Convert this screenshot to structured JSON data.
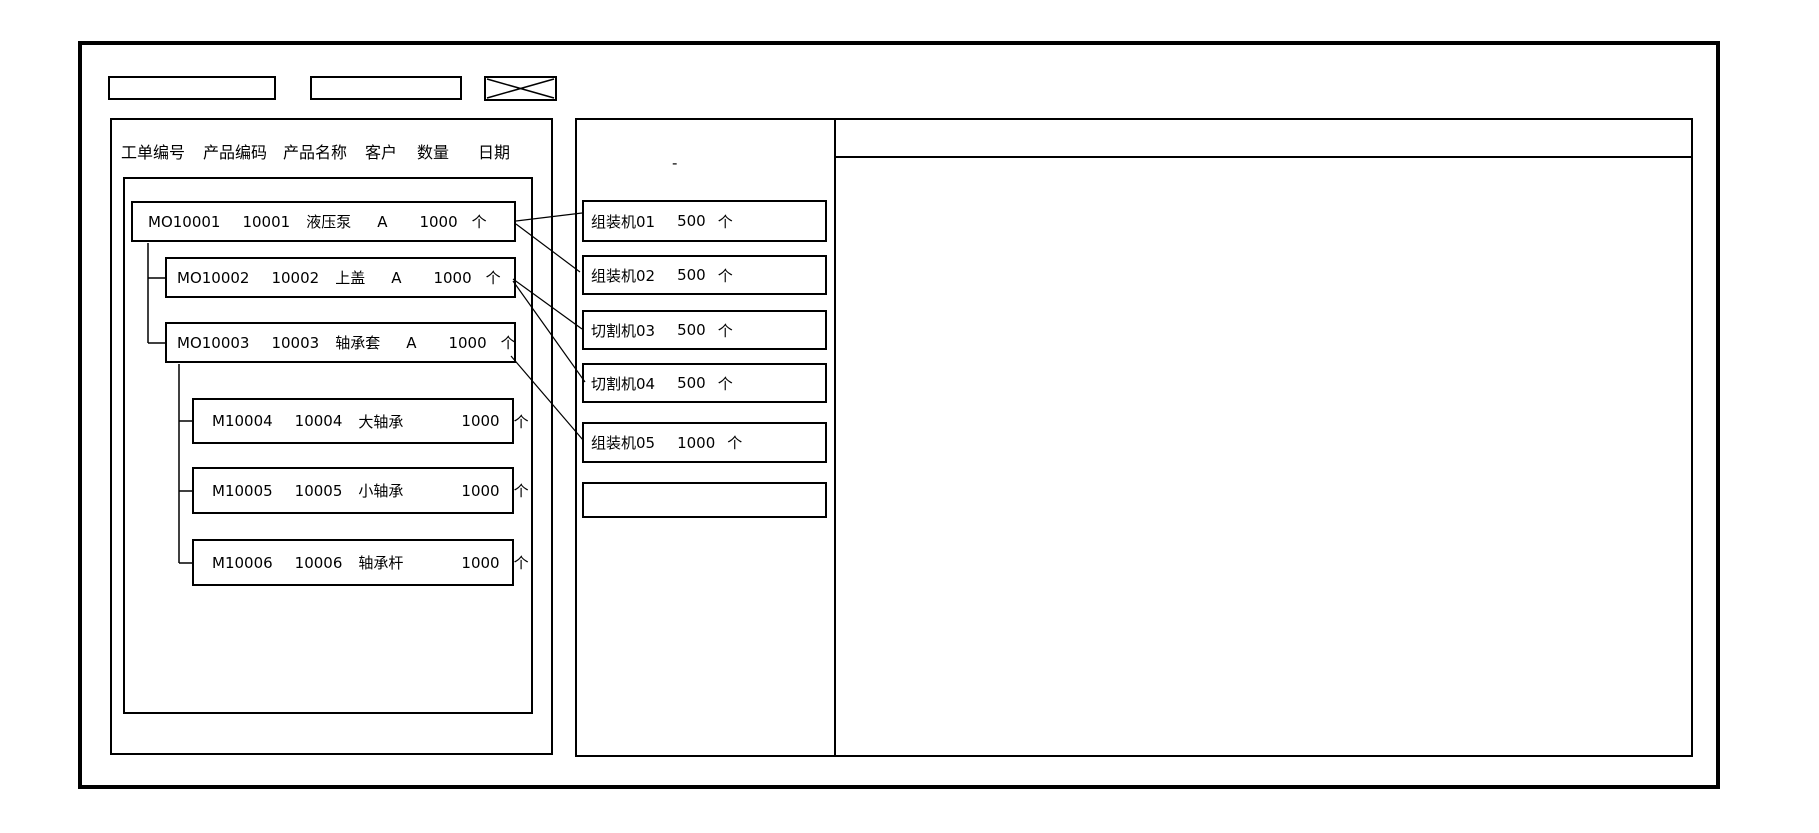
{
  "colors": {
    "line": "#000000",
    "background": "#ffffff",
    "text": "#000000"
  },
  "toolbar": {
    "field1_value": "",
    "field2_value": ""
  },
  "work_orders_panel": {
    "columns": [
      "工单编号",
      "产品编码",
      "产品名称",
      "客户",
      "数量",
      "日期"
    ],
    "rows": [
      {
        "order_no": "MO10001",
        "product_code": "10001",
        "product_name": "液压泵",
        "customer": "A",
        "qty": "1000",
        "unit": "个"
      },
      {
        "order_no": "MO10002",
        "product_code": "10002",
        "product_name": "上盖",
        "customer": "A",
        "qty": "1000",
        "unit": "个"
      },
      {
        "order_no": "MO10003",
        "product_code": "10003",
        "product_name": "轴承套",
        "customer": "A",
        "qty": "1000",
        "unit": "个"
      },
      {
        "order_no": "M10004",
        "product_code": "10004",
        "product_name": "大轴承",
        "customer": "",
        "qty": "1000",
        "unit": "个"
      },
      {
        "order_no": "M10005",
        "product_code": "10005",
        "product_name": "小轴承",
        "customer": "",
        "qty": "1000",
        "unit": "个"
      },
      {
        "order_no": "M10006",
        "product_code": "10006",
        "product_name": "轴承杆",
        "customer": "",
        "qty": "1000",
        "unit": "个"
      }
    ]
  },
  "machines_panel": {
    "stray_mark": "-",
    "machines": [
      {
        "name": "组装机01",
        "qty": "500",
        "unit": "个"
      },
      {
        "name": "组装机02",
        "qty": "500",
        "unit": "个"
      },
      {
        "name": "切割机03",
        "qty": "500",
        "unit": "个"
      },
      {
        "name": "切割机04",
        "qty": "500",
        "unit": "个"
      },
      {
        "name": "组装机05",
        "qty": "1000",
        "unit": "个"
      },
      {
        "name": "",
        "qty": "",
        "unit": ""
      }
    ]
  },
  "connections": [
    {
      "from": "MO10001",
      "to": "组装机01"
    },
    {
      "from": "MO10001",
      "to": "组装机02"
    },
    {
      "from": "MO10002",
      "to": "切割机03"
    },
    {
      "from": "MO10002",
      "to": "切割机04"
    },
    {
      "from": "MO10003",
      "to": "组装机05"
    }
  ]
}
